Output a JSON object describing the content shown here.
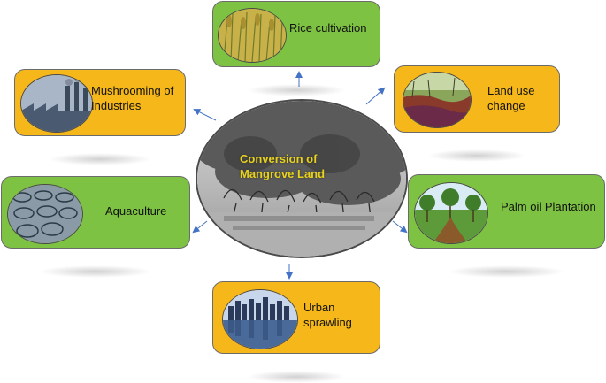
{
  "center": {
    "title": "Conversion of Mangrove Land"
  },
  "nodes": [
    {
      "id": "rice",
      "label": "Rice cultivation",
      "color": "#7dc242",
      "icon": "rice-field-icon"
    },
    {
      "id": "land",
      "label": "Land use change",
      "color": "#f5b719",
      "icon": "land-degradation-icon"
    },
    {
      "id": "palm",
      "label": "Palm oil Plantation",
      "color": "#7dc242",
      "icon": "palm-plantation-icon"
    },
    {
      "id": "urban",
      "label": "Urban sprawling",
      "color": "#f5b719",
      "icon": "city-skyline-icon"
    },
    {
      "id": "aqua",
      "label": "Aquaculture",
      "color": "#7dc242",
      "icon": "fish-cages-icon"
    },
    {
      "id": "industry",
      "label": "Mushrooming of Industries",
      "color": "#f5b719",
      "icon": "factory-icon"
    }
  ],
  "colors": {
    "arrow": "#4472c4",
    "center_text": "#e8d21c"
  }
}
